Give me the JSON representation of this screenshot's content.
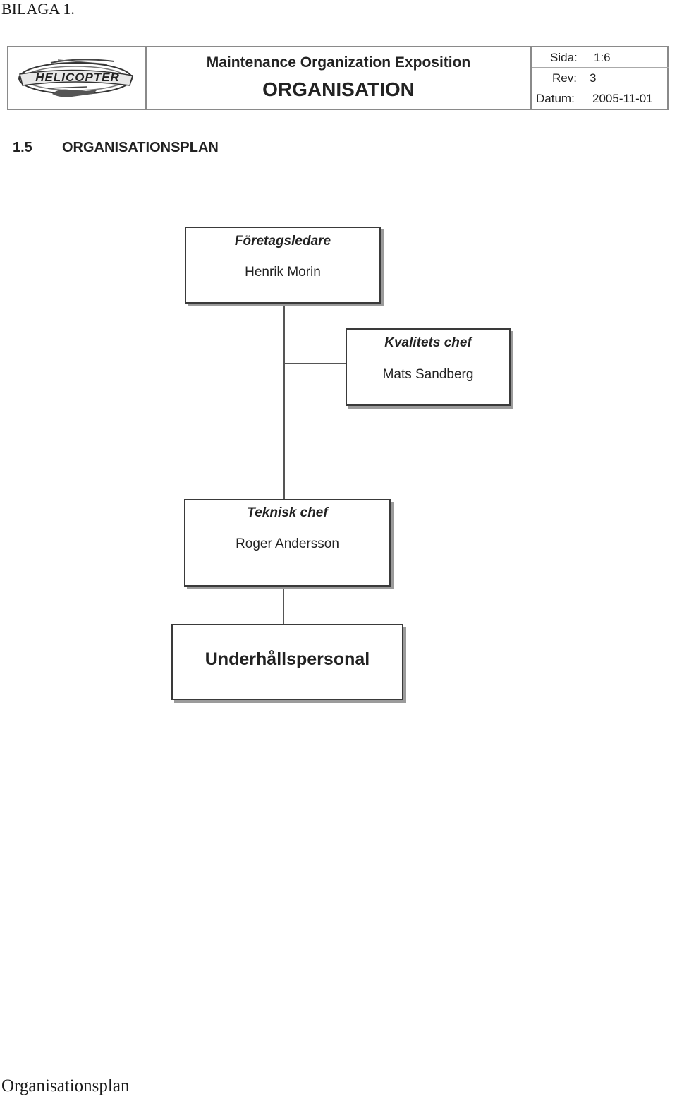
{
  "page": {
    "top_label": "BILAGA 1.",
    "bottom_label": "Organisationsplan"
  },
  "header": {
    "logo_text": "HELICOPTER",
    "title": "Maintenance Organization Exposition",
    "subtitle": "ORGANISATION",
    "meta": [
      {
        "label": "Sida:",
        "value": "1:6"
      },
      {
        "label": "Rev:",
        "value": "3"
      },
      {
        "label": "Datum:",
        "value": "2005-11-01"
      }
    ]
  },
  "section": {
    "number": "1.5",
    "title": "ORGANISATIONSPLAN"
  },
  "org_chart": {
    "ceo": {
      "role": "Företagsledare",
      "name": "Henrik Morin"
    },
    "quality": {
      "role": "Kvalitets chef",
      "name": "Mats Sandberg"
    },
    "technical": {
      "role": "Teknisk chef",
      "name": "Roger Andersson"
    },
    "staff": {
      "label": "Underhållspersonal"
    }
  },
  "colors": {
    "border": "#3a3a3a",
    "shadow": "#9b9b9b",
    "header_border": "#8a8a8a"
  }
}
